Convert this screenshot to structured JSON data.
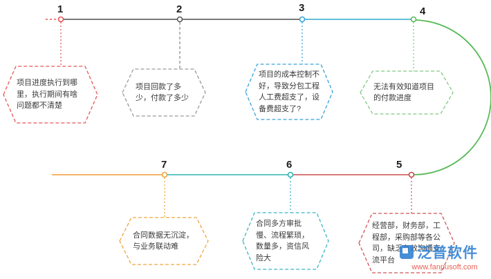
{
  "items": [
    {
      "number": "1",
      "color": "#e25757",
      "text": "项目进度执行到哪里，执行期间有啥问题都不清楚"
    },
    {
      "number": "2",
      "color": "#9a9a9a",
      "text": "项目回款了多少，付款了多少"
    },
    {
      "number": "3",
      "color": "#3aa0dc",
      "text": "项目的成本控制不好，导致分包工程人工费超支了，设备费超支了?"
    },
    {
      "number": "4",
      "color": "#82c882",
      "text": "无法有效知道项目的付款进度"
    },
    {
      "number": "5",
      "color": "#d05555",
      "text": "经营部，财务部，工程部，采购部等各公司，缺乏有效沟通交流平台"
    },
    {
      "number": "6",
      "color": "#3ab5c6",
      "text": "合同多方审批慢、流程繁琐，数量多，资信风险大"
    },
    {
      "number": "7",
      "color": "#f0a43c",
      "text": "合同数据无沉淀，与业务联动难"
    }
  ],
  "line_colors": {
    "top_lead": "#e25757",
    "segment_1_2": "#4d4d4d",
    "segment_2_3": "#4d4d4d",
    "segment_3_4": "#2fa8c9",
    "curve_4_5": "#57b957",
    "segment_5_6": "#c84b4b",
    "segment_6_7": "#2fb3b3",
    "segment_7_end": "#f09a35"
  },
  "watermark": {
    "brand": "泛普软件",
    "url": "www.fanpusoft.com",
    "brand_color": "#2f7fd0",
    "url_color": "#e74c3c"
  }
}
